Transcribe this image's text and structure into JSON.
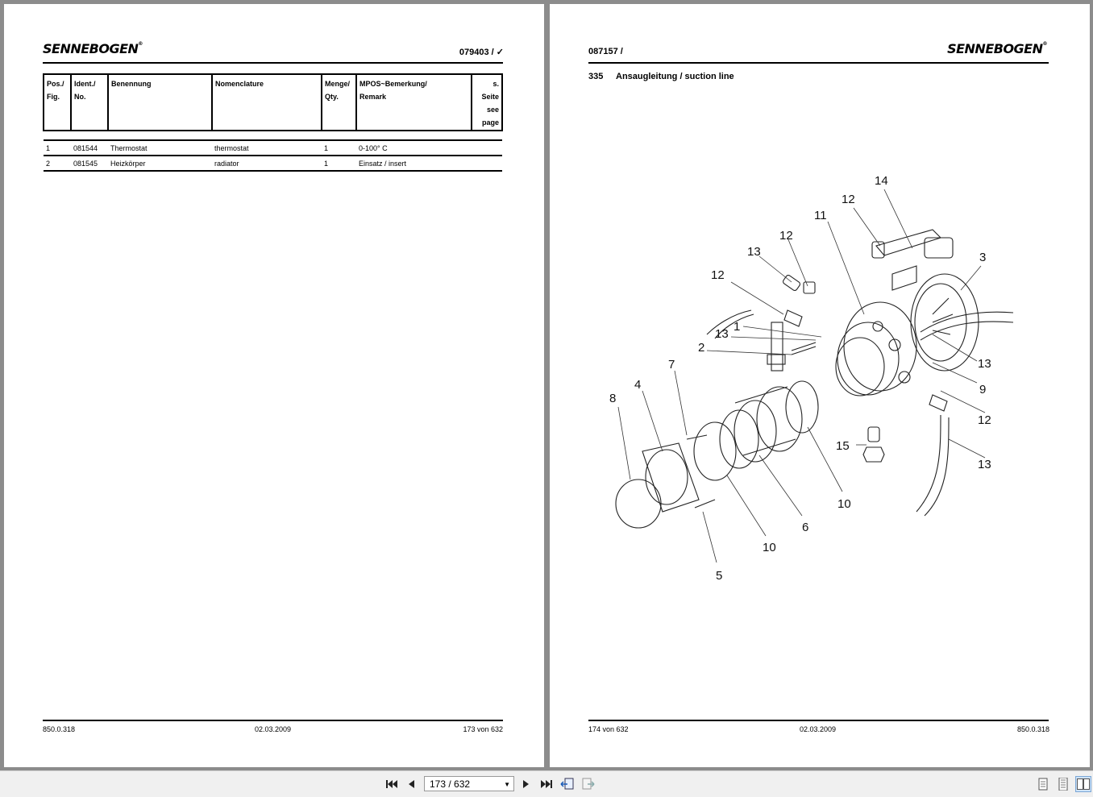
{
  "left_page": {
    "logo": "SENNEBOGEN",
    "doc_number": "079403 / ✓",
    "table": {
      "headers": [
        {
          "line1": "Pos./",
          "line2": "Fig."
        },
        {
          "line1": "Ident./",
          "line2": "No."
        },
        {
          "line1": "Benennung",
          "line2": ""
        },
        {
          "line1": "Nomenclature",
          "line2": ""
        },
        {
          "line1": "Menge/",
          "line2": "Qty."
        },
        {
          "line1": "MPOS~Bemerkung/",
          "line2": "Remark"
        },
        {
          "line1": "s. Seite",
          "line2": "see page"
        }
      ],
      "rows": [
        [
          "1",
          "081544",
          "Thermostat",
          "thermostat",
          "1",
          "0-100° C",
          ""
        ],
        [
          "2",
          "081545",
          "Heizkörper",
          "radiator",
          "1",
          "Einsatz / insert",
          ""
        ]
      ]
    },
    "footer": {
      "code": "850.0.318",
      "date": "02.03.2009",
      "page": "173 von 632"
    }
  },
  "right_page": {
    "logo": "SENNEBOGEN",
    "doc_number": "087157 /",
    "section_number": "335",
    "section_title": "Ansaugleitung / suction line",
    "callouts": [
      "14",
      "12",
      "11",
      "12",
      "13",
      "3",
      "12",
      "1",
      "13",
      "2",
      "13",
      "9",
      "7",
      "4",
      "8",
      "12",
      "15",
      "13",
      "10",
      "6",
      "10",
      "5"
    ],
    "footer": {
      "page": "174 von 632",
      "date": "02.03.2009",
      "code": "850.0.318"
    }
  },
  "toolbar": {
    "page_indicator": "173 / 632",
    "icons": [
      "first-page-icon",
      "prev-page-icon",
      "next-page-icon",
      "last-page-icon",
      "previous-view-icon",
      "next-view-icon",
      "single-page-icon",
      "continuous-page-icon",
      "two-page-icon"
    ]
  }
}
